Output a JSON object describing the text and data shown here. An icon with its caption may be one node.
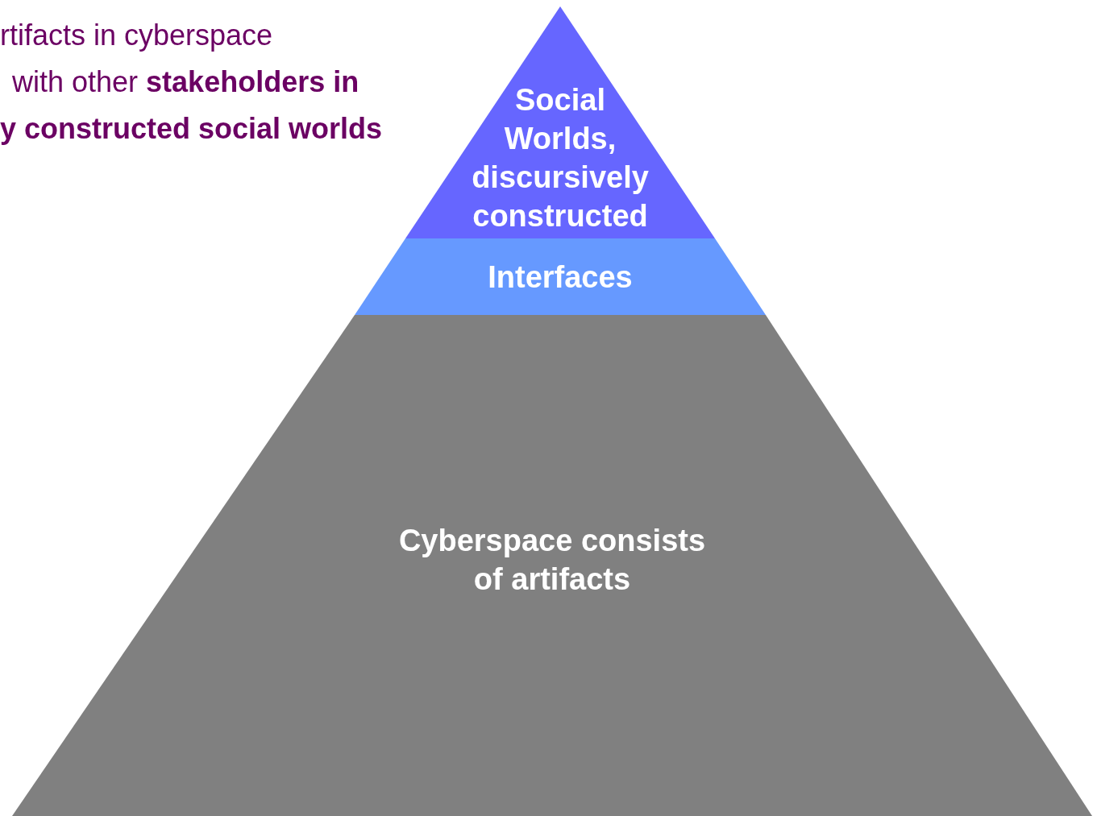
{
  "diagram": {
    "nodes": [
      {
        "text": [
          "Social Worlds, discursively constructed"
        ]
      },
      {
        "text": [
          "Interfaces"
        ]
      },
      {
        "text": [
          "Cyberspace consists of artifacts"
        ]
      }
    ],
    "labels": [
      "rtifacts in cyberspace",
      "with other **stakeholders in**",
      "**y constructed social worlds**"
    ]
  }
}
